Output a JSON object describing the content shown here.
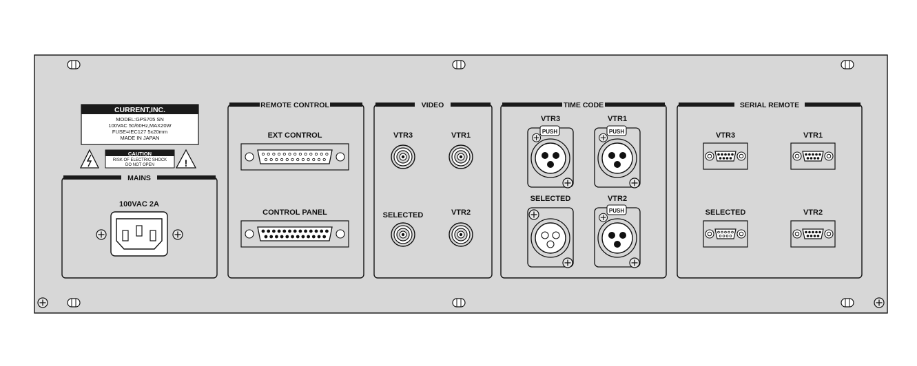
{
  "colors": {
    "panel": "#d7d7d7",
    "label_box": "#1a1a1a",
    "line": "#111111"
  },
  "brand": {
    "company": "CURRENT,INC.",
    "model_line": "MODEL:GPS705 SN",
    "power_line": "100VAC 50/60Hz,MAX20W",
    "fuse_line": "FUSE=IEC127 5x20mm",
    "origin_line": "MADE IN JAPAN"
  },
  "caution": {
    "title": "CAUTION",
    "line1": "RISK OF ELECTRIC SHOCK",
    "line2": "DO NOT OPEN"
  },
  "mains": {
    "title": "MAINS",
    "rating": "100VAC 2A"
  },
  "remote_control": {
    "title": "REMOTE CONTROL",
    "ext_control": "EXT CONTROL",
    "control_panel": "CONTROL PANEL"
  },
  "video": {
    "title": "VIDEO",
    "vtr3": "VTR3",
    "vtr1": "VTR1",
    "selected": "SELECTED",
    "vtr2": "VTR2"
  },
  "time_code": {
    "title": "TIME CODE",
    "vtr3": "VTR3",
    "vtr1": "VTR1",
    "selected": "SELECTED",
    "vtr2": "VTR2",
    "push": "PUSH"
  },
  "serial_remote": {
    "title": "SERIAL REMOTE",
    "vtr3": "VTR3",
    "vtr1": "VTR1",
    "selected": "SELECTED",
    "vtr2": "VTR2"
  }
}
